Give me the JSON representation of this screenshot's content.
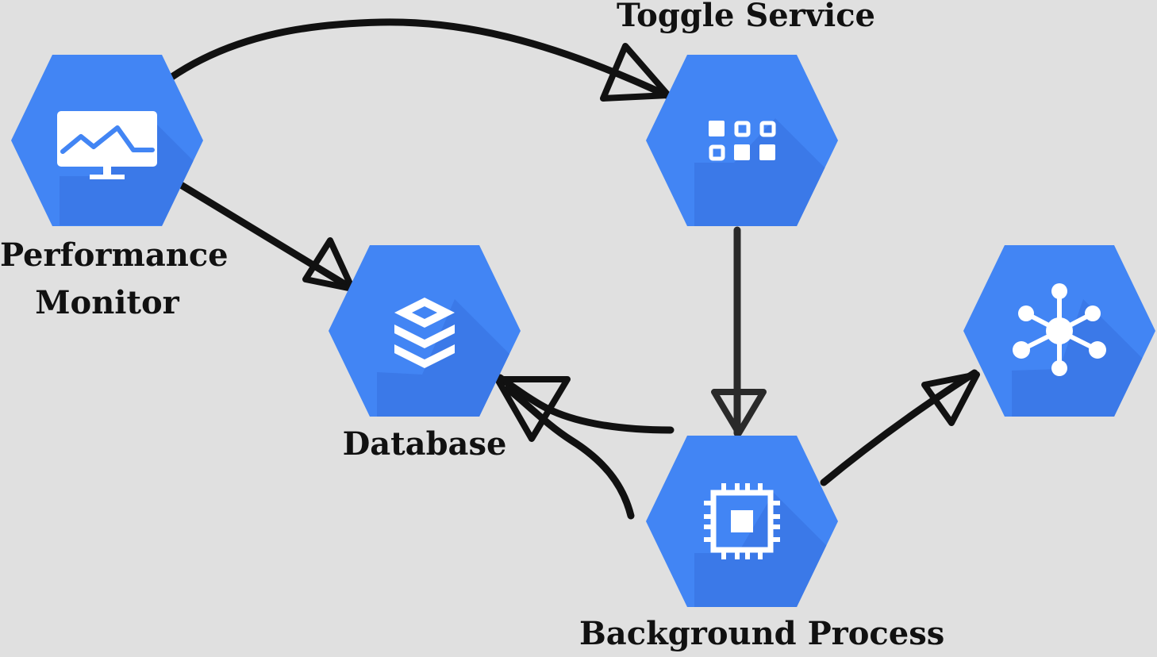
{
  "diagram": {
    "background_color": "#e0e0e0",
    "node_color": "#4285f4",
    "node_shadow_color": "#3b78e7",
    "edge_color": "#111111",
    "nodes": [
      {
        "id": "performance-monitor",
        "label_lines": [
          "Performance",
          "Monitor"
        ],
        "icon": "monitor-chart-icon"
      },
      {
        "id": "toggle-service",
        "label_lines": [
          "Toggle Service"
        ],
        "icon": "grid-toggle-icon"
      },
      {
        "id": "database",
        "label_lines": [
          "Database"
        ],
        "icon": "database-stack-icon"
      },
      {
        "id": "background-process",
        "label_lines": [
          "Background Process"
        ],
        "icon": "cpu-chip-icon"
      },
      {
        "id": "hub",
        "label_lines": [],
        "icon": "hub-network-icon"
      }
    ],
    "edges": [
      {
        "from": "performance-monitor",
        "to": "toggle-service"
      },
      {
        "from": "performance-monitor",
        "to": "database"
      },
      {
        "from": "toggle-service",
        "to": "background-process"
      },
      {
        "from": "background-process",
        "to": "database"
      },
      {
        "from": "background-process",
        "to": "hub"
      }
    ]
  }
}
